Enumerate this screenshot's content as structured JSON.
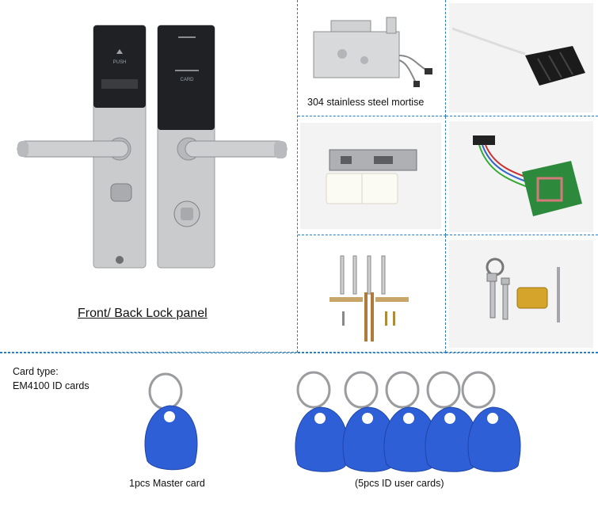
{
  "panels": {
    "main_caption": "Front/ Back Lock panel",
    "mortise_caption": "304 stainless steel mortise"
  },
  "cards": {
    "type_line1": "Card type:",
    "type_line2": "EM4100 ID cards",
    "master_caption": "1pcs Master card",
    "user_caption": "(5pcs ID user cards)"
  },
  "lock_panel": {
    "front_small_text": "PUSH",
    "back_small_text": "CARD"
  },
  "colors": {
    "divider": "#2b7bc0",
    "fob_blue": "#2f5fd6",
    "panel_black": "#1f2124",
    "steel": "#c9cbcd",
    "photo_bg": "#f3f3f3",
    "brass": "#d4a52a"
  }
}
